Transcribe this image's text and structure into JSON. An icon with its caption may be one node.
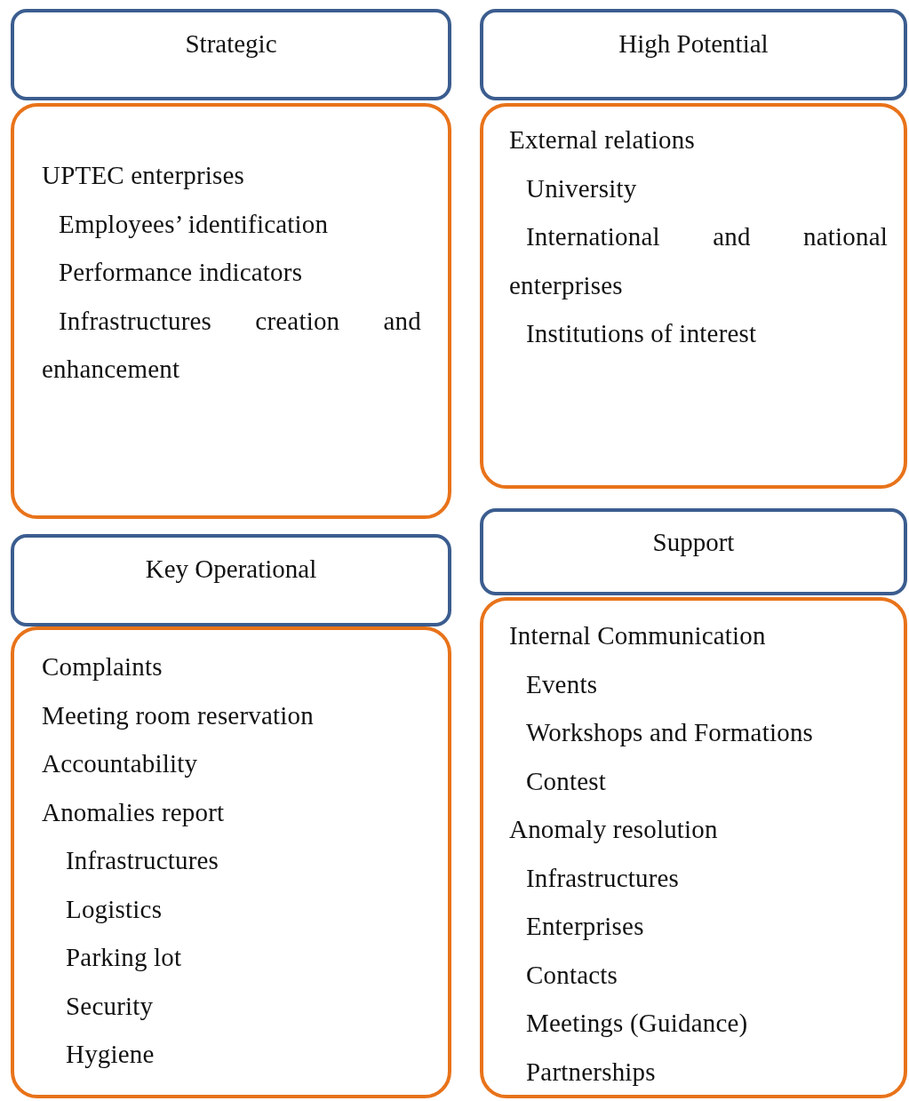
{
  "diagram": {
    "nodes": [
      {
        "text": [
          "Strategic"
        ]
      },
      {
        "text": [
          "UPTEC enterprises",
          "Employees’ identification",
          "Performance indicators",
          "Infrastructures creation and enhancement"
        ]
      },
      {
        "text": [
          "High Potential"
        ]
      },
      {
        "text": [
          "External relations",
          "University",
          "International and national enterprises",
          "Institutions of interest"
        ]
      },
      {
        "text": [
          "Key Operational"
        ]
      },
      {
        "text": [
          "Complaints",
          "Meeting room reservation",
          "Accountability",
          "Anomalies report",
          "Infrastructures",
          "Logistics",
          "Parking lot",
          "Security",
          "Hygiene"
        ]
      },
      {
        "text": [
          "Support"
        ]
      },
      {
        "text": [
          "Internal Communication",
          "Events",
          "Workshops and Formations",
          "Contest",
          "Anomaly resolution",
          "Infrastructures",
          "Enterprises",
          "Contacts",
          "Meetings (Guidance)",
          "Partnerships"
        ]
      }
    ]
  }
}
